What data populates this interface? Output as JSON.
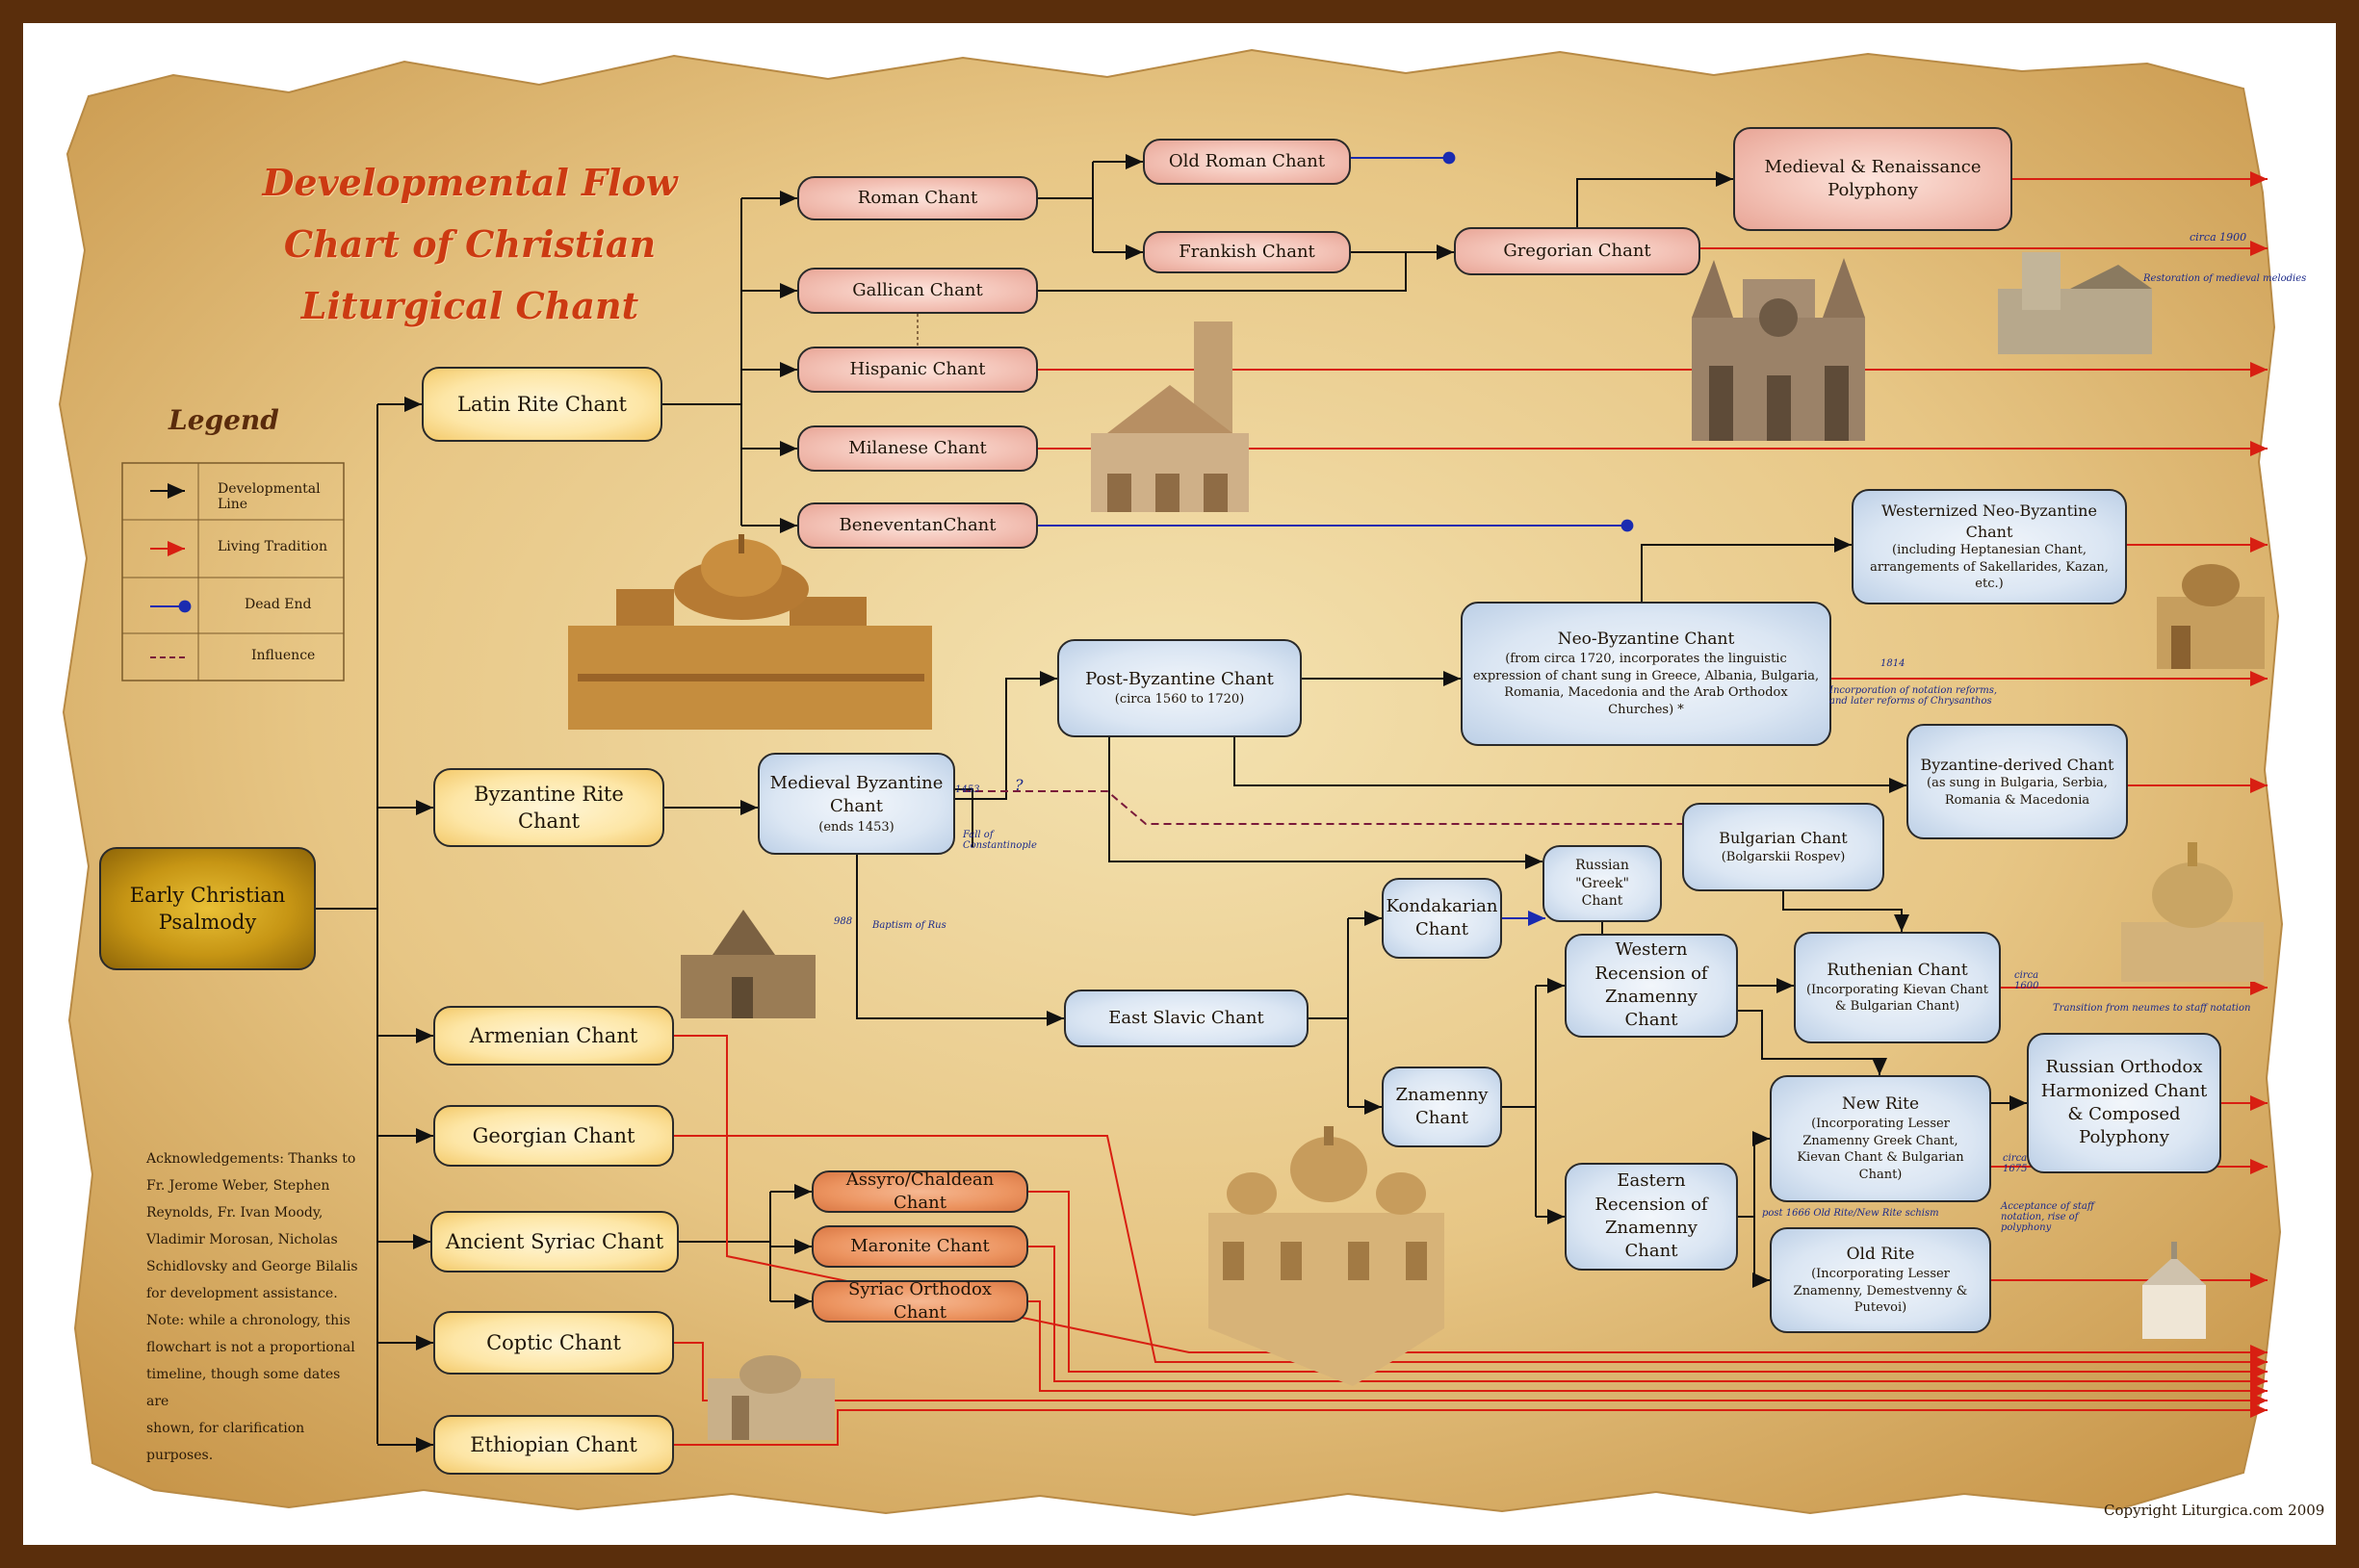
{
  "title_lines": [
    "Developmental Flow",
    "Chart of Christian",
    "Liturgical Chant"
  ],
  "legend": {
    "title": "Legend",
    "items": [
      {
        "label": "Developmental Line",
        "color": "#111111",
        "style": "solid-arrow"
      },
      {
        "label": "Living Tradition",
        "color": "#d81f12",
        "style": "solid-arrow"
      },
      {
        "label": "Dead End",
        "color": "#1a2bb0",
        "style": "solid-dot"
      },
      {
        "label": "Influence",
        "color": "#7a1a3a",
        "style": "dashed"
      }
    ]
  },
  "nodes": {
    "early": "Early Christian Psalmody",
    "latin_rite": "Latin Rite Chant",
    "byzantine_rite": "Byzantine Rite Chant",
    "armenian": "Armenian Chant",
    "georgian": "Georgian Chant",
    "ancient_syriac": "Ancient Syriac Chant",
    "coptic": "Coptic Chant",
    "ethiopian": "Ethiopian Chant",
    "roman": "Roman Chant",
    "gallican": "Gallican Chant",
    "hispanic": "Hispanic Chant",
    "milanese": "Milanese Chant",
    "beneventan": "BeneventanChant",
    "old_roman": "Old Roman Chant",
    "frankish": "Frankish Chant",
    "gregorian": "Gregorian Chant",
    "polyphony": "Medieval & Renaissance Polyphony",
    "medieval_byz": "Medieval Byzantine Chant",
    "medieval_byz_sub": "(ends 1453)",
    "post_byz": "Post-Byzantine Chant",
    "post_byz_sub": "(circa 1560 to 1720)",
    "neo_byz": "Neo-Byzantine Chant",
    "neo_byz_sub": "(from circa 1720, incorporates the linguistic expression of chant sung in Greece, Albania, Bulgaria, Romania, Macedonia and the Arab Orthodox Churches) *",
    "western_neo": "Westernized Neo-Byzantine Chant",
    "western_neo_sub": "(including Heptanesian Chant, arrangements of Sakellarides, Kazan, etc.)",
    "byz_derived": "Byzantine-derived Chant",
    "byz_derived_sub": "(as sung in Bulgaria, Serbia, Romania & Macedonia",
    "bulgarian": "Bulgarian Chant",
    "bulgarian_sub": "(Bolgarskii Rospev)",
    "russian_greek": "Russian \"Greek\" Chant",
    "kondakarian": "Kondakarian Chant",
    "east_slavic": "East Slavic Chant",
    "znamenny": "Znamenny Chant",
    "western_recension": "Western Recension of Znamenny Chant",
    "eastern_recension": "Eastern Recension of Znamenny Chant",
    "ruthenian": "Ruthenian Chant",
    "ruthenian_sub": "(Incorporating Kievan Chant & Bulgarian Chant)",
    "new_rite": "New Rite",
    "new_rite_sub": "(Incorporating Lesser Znamenny Greek Chant, Kievan Chant & Bulgarian Chant)",
    "old_rite": "Old Rite",
    "old_rite_sub": "(Incorporating Lesser Znamenny, Demestvenny & Putevoi)",
    "russian_orthodox": "Russian Orthodox Harmonized Chant & Composed Polyphony",
    "assyro": "Assyro/Chaldean Chant",
    "maronite": "Maronite Chant",
    "syriac_orthodox": "Syriac Orthodox Chant"
  },
  "annotations": {
    "circa_1900": "circa 1900",
    "restoration": "Restoration of medieval melodies",
    "year_1453": "1453",
    "fall": "Fall of Constantinople",
    "question": "?",
    "year_988": "988",
    "baptism": "Baptism of Rus",
    "year_1814": "1814",
    "notation_reform": "Incorporation of notation reforms, and later reforms of Chrysanthos",
    "circa_1600": "circa 1600",
    "transition": "Transition from neumes to staff notation",
    "circa_1675": "circa 1675",
    "staff_notation": "Acceptance of staff notation, rise of polyphony",
    "schism": "post 1666 Old Rite/New Rite schism"
  },
  "acknowledgements": [
    "Acknowledgements: Thanks to",
    "Fr. Jerome Weber, Stephen",
    "Reynolds, Fr. Ivan Moody,",
    "Vladimir Morosan, Nicholas",
    "Schidlovsky and George Bilalis",
    "for development assistance.",
    "Note: while a chronology, this",
    "flowchart is not a proportional",
    "timeline, though some dates are",
    "shown, for clarification purposes."
  ],
  "copyright": "Copyright Liturgica.com 2009",
  "colors": {
    "frame": "#5a2e0c",
    "paper": "#e8c98a",
    "title": "#cc3a12",
    "living": "#d81f12",
    "dead": "#1a2bb0",
    "influence": "#7a1a3a"
  }
}
